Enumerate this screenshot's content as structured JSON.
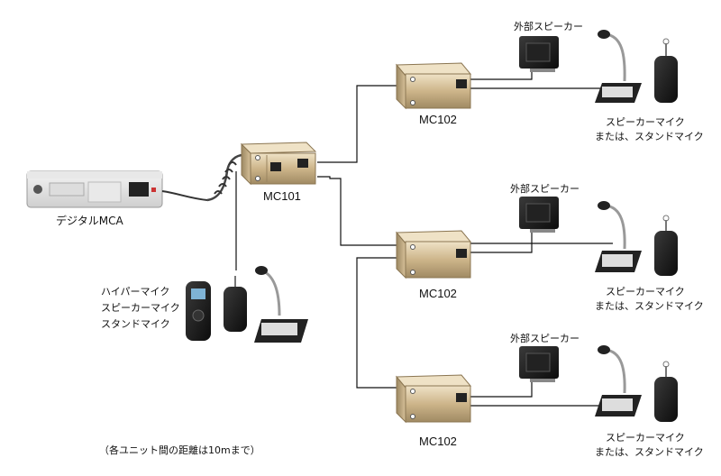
{
  "labels": {
    "mca": "デジタルMCA",
    "mc101": "MC101",
    "mc102_top": "MC102",
    "mc102_mid": "MC102",
    "mc102_bot": "MC102",
    "ext_speaker_top": "外部スピーカー",
    "ext_speaker_mid": "外部スピーカー",
    "ext_speaker_bot": "外部スピーカー",
    "mic_top_line1": "スピーカーマイク",
    "mic_top_line2": "または、スタンドマイク",
    "mic_mid_line1": "スピーカーマイク",
    "mic_mid_line2": "または、スタンドマイク",
    "mic_bot_line1": "スピーカーマイク",
    "mic_bot_line2": "または、スタンドマイク",
    "left_mics": [
      "ハイパーマイク",
      "スピーカーマイク",
      "スタンドマイク"
    ],
    "note": "（各ユニット間の距離は10mまで）"
  }
}
